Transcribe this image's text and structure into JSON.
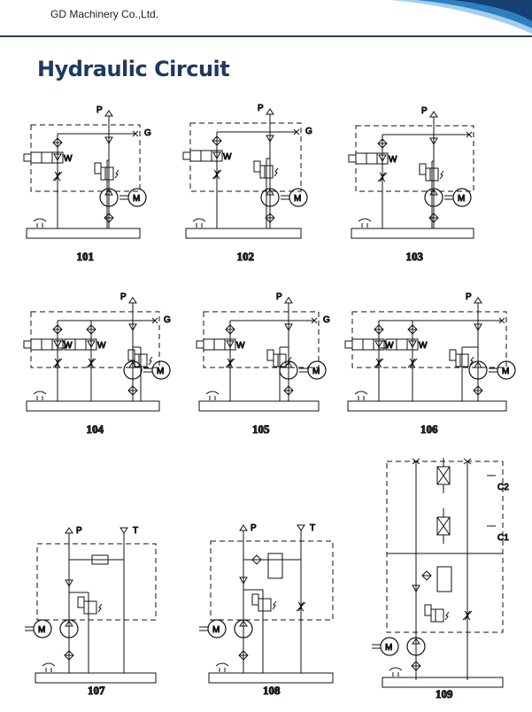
{
  "header": {
    "company": "GD Machinery Co.,Ltd.",
    "accent_color": "#1f5fa0"
  },
  "page": {
    "title": "Hydraulic Circuit"
  },
  "circuits": [
    {
      "number": "101",
      "ports": [
        "P",
        "G"
      ]
    },
    {
      "number": "102",
      "ports": [
        "P",
        "G"
      ]
    },
    {
      "number": "103",
      "ports": [
        "P"
      ]
    },
    {
      "number": "104",
      "ports": [
        "P",
        "G"
      ]
    },
    {
      "number": "105",
      "ports": [
        "P",
        "G"
      ]
    },
    {
      "number": "106",
      "ports": [
        "P"
      ]
    },
    {
      "number": "107",
      "ports": [
        "P",
        "T"
      ]
    },
    {
      "number": "108",
      "ports": [
        "P",
        "T"
      ]
    },
    {
      "number": "109",
      "ports": [
        "C2",
        "C1"
      ]
    }
  ],
  "symbols": {
    "motor": "M",
    "spring": "W"
  }
}
